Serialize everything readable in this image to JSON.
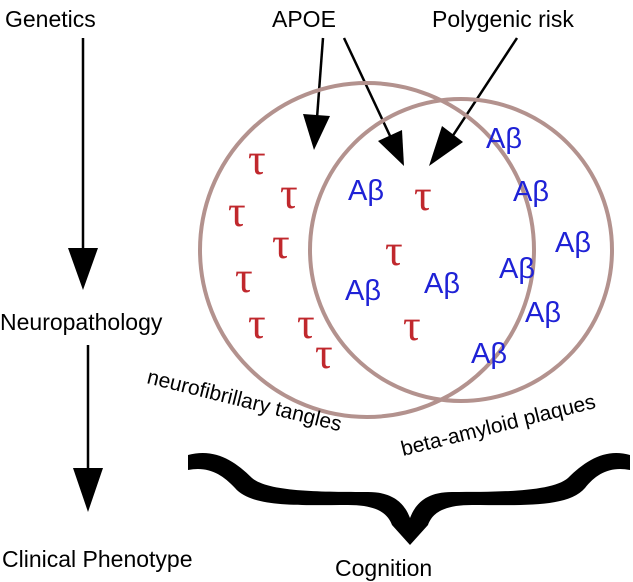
{
  "flow": {
    "genetics": "Genetics",
    "neuropathology": "Neuropathology",
    "clinical_phenotype": "Clinical Phenotype"
  },
  "genes": {
    "apoe": "APOE",
    "polygenic_risk": "Polygenic risk"
  },
  "sets": {
    "left_label": "neurofibrillary tangles",
    "right_label": "beta-amyloid plaques",
    "left_color": "#b3928e",
    "right_color": "#b3928e"
  },
  "markers": {
    "tau_symbol": "τ",
    "tau_color": "#c0282d",
    "amyloid_symbol": "Aβ",
    "amyloid_color": "#1f22d6"
  },
  "outcome": {
    "cognition": "Cognition"
  }
}
